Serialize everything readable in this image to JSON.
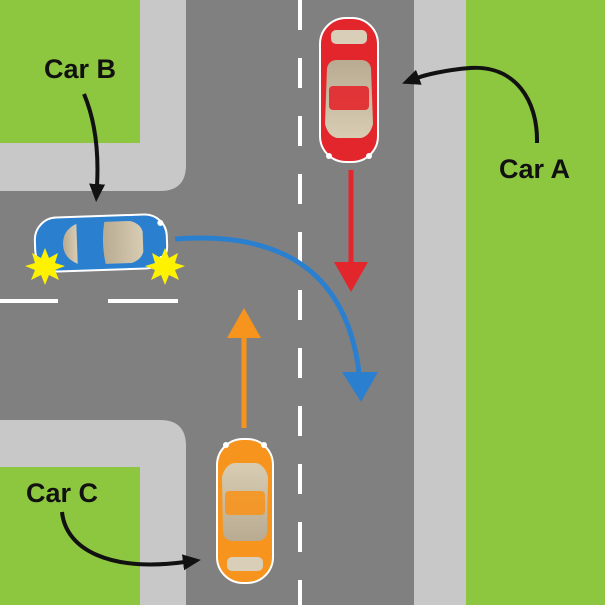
{
  "labels": {
    "car_a": "Car A",
    "car_b": "Car B",
    "car_c": "Car C"
  },
  "colors": {
    "grass": "#8dc63f",
    "sidewalk": "#c8c8c8",
    "road": "#808080",
    "lane_marking": "#ffffff",
    "car_a": "#e3262c",
    "car_b": "#2b7fcf",
    "car_c": "#f7941d",
    "arrow_a": "#e3262c",
    "arrow_b": "#2b7fcf",
    "arrow_c": "#f7941d",
    "pointer": "#111111",
    "impact": "#fff200"
  },
  "icons": [
    "car-top-view",
    "collision-star",
    "direction-arrow",
    "pointer-arrow"
  ]
}
